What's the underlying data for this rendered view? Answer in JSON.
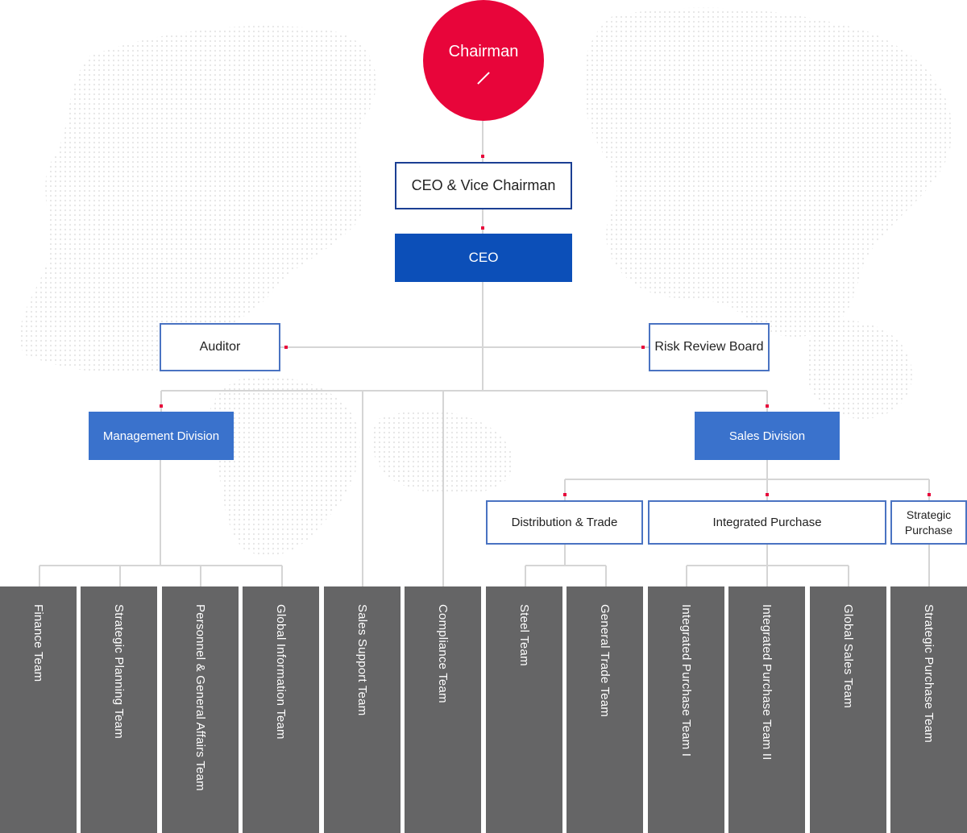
{
  "chairman": {
    "label": "Chairman"
  },
  "vice_chairman": {
    "label": "CEO & Vice Chairman"
  },
  "ceo": {
    "label": "CEO"
  },
  "auditor": {
    "label": "Auditor"
  },
  "risk_board": {
    "label": "Risk Review Board"
  },
  "management_division": {
    "label": "Management Division"
  },
  "sales_division": {
    "label": "Sales Division"
  },
  "distribution_trade": {
    "label": "Distribution & Trade"
  },
  "integrated_purchase": {
    "label": "Integrated Purchase"
  },
  "strategic_purchase": {
    "line1": "Strategic",
    "line2": "Purchase"
  },
  "teams": [
    "Finance Team",
    "Strategic Planning Team",
    "Personnel & General Affairs Team",
    "Global Information Team",
    "Sales Support Team",
    "Compliance Team",
    "Steel Team",
    "General Trade Team",
    "Integrated Purchase Team I",
    "Integrated Purchase Team II",
    "Global Sales Team",
    "Strategic Purchase Team"
  ],
  "colors": {
    "chairman": "#e8053a",
    "ceo": "#0c4fb8",
    "division": "#3a72cc",
    "team": "#656566",
    "connector": "#d5d5d5",
    "dot": "#e8053a"
  }
}
